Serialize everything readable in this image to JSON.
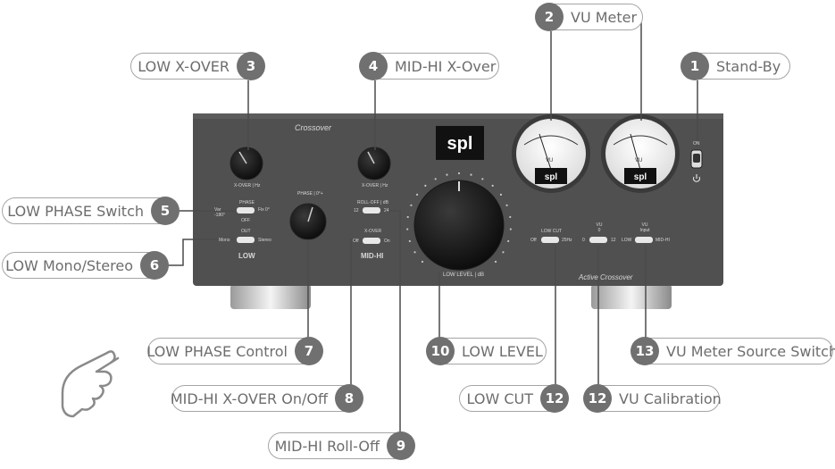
{
  "device": {
    "panel_title": "Crossover",
    "panel_subtitle": "Active Crossover",
    "logo": "spl",
    "section_low": "LOW",
    "section_mid_hi": "MID-HI",
    "knob_low_xover": "X-OVER | Hz",
    "knob_mid_xover": "X-OVER | Hz",
    "knob_phase": "PHASE | 0°+",
    "knob_low_level": "LOW LEVEL | dB",
    "switch_phase_title": "PHASE",
    "switch_phase_left": "Var -180°",
    "switch_phase_right": "Fix 0°",
    "switch_phase_bottom": "OFF",
    "switch_out_title": "OUT",
    "switch_out_left": "Mono",
    "switch_out_right": "Stereo",
    "switch_rolloff_title": "ROLL-OFF | dB",
    "switch_rolloff_left": "12",
    "switch_rolloff_right": "24",
    "switch_mid_xover_title": "X-OVER",
    "switch_mid_xover_left": "Off",
    "switch_mid_xover_right": "On",
    "switch_lowcut_title": "LOW CUT",
    "switch_lowcut_left": "Off",
    "switch_lowcut_right": "25Hz",
    "switch_vu0_title": "VU 0",
    "switch_vu0_left": "0",
    "switch_vu0_right": "12",
    "switch_vuinput_title": "VU Input",
    "switch_vuinput_left": "LOW",
    "switch_vuinput_right": "MID-HI",
    "power_on": "ON",
    "vu_label": "VU"
  },
  "callouts": {
    "c1": {
      "num": "1",
      "label": "Stand-By"
    },
    "c2": {
      "num": "2",
      "label": "VU Meter"
    },
    "c3": {
      "num": "3",
      "label": "LOW X-OVER"
    },
    "c4": {
      "num": "4",
      "label": "MID-HI X-Over"
    },
    "c5": {
      "num": "5",
      "label": "LOW PHASE Switch"
    },
    "c6": {
      "num": "6",
      "label": "LOW Mono/Stereo"
    },
    "c7": {
      "num": "7",
      "label": "LOW PHASE Control"
    },
    "c8": {
      "num": "8",
      "label": "MID-HI X-OVER On/Off"
    },
    "c9": {
      "num": "9",
      "label": "MID-HI Roll-Off"
    },
    "c10": {
      "num": "10",
      "label": "LOW LEVEL"
    },
    "c12a": {
      "num": "12",
      "label": "LOW CUT"
    },
    "c12b": {
      "num": "12",
      "label": "VU Calibration"
    },
    "c13": {
      "num": "13",
      "label": "VU Meter Source Switch"
    }
  },
  "colors": {
    "panel": "#505050",
    "callout_border": "#a5a5a5",
    "badge": "#707070",
    "leader": "#4a4a4a"
  },
  "icons": {
    "hand": "pointing-hand-icon",
    "power": "power-icon"
  }
}
